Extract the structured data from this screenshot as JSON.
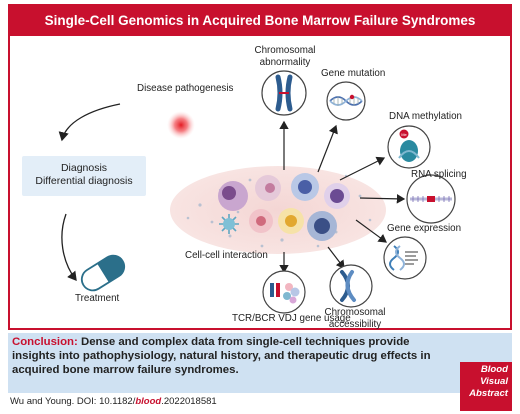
{
  "header": {
    "title": "Single-Cell Genomics in Acquired Bone Marrow Failure Syndromes"
  },
  "left": {
    "pathogenesis": "Disease pathogenesis",
    "diagnosis_line1": "Diagnosis",
    "diagnosis_line2": "Differential diagnosis",
    "treatment": "Treatment"
  },
  "outputs": {
    "chromosomal_abnormality_l1": "Chromosomal",
    "chromosomal_abnormality_l2": "abnormality",
    "gene_mutation": "Gene mutation",
    "dna_methylation": "DNA methylation",
    "rna_splicing": "RNA splicing",
    "gene_expression": "Gene expression",
    "chromosomal_accessibility_l1": "Chromosomal",
    "chromosomal_accessibility_l2": "accessibility",
    "tcr_bcr": "TCR/BCR VDJ gene usage",
    "cell_cell": "Cell-cell interaction"
  },
  "conclusion": {
    "keyword": "Conclusion:",
    "text": " Dense and complex data from single-cell techniques provide insights into pathophysiology, natural history, and therapeutic drug effects in acquired bone marrow failure syndromes."
  },
  "citation": {
    "authors": "Wu and Young. DOI: 10.1182/",
    "journal": "blood",
    "doi_suffix": ".2022018581"
  },
  "badge": {
    "line1": "Blood",
    "line2": "Visual",
    "line3": "Abstract"
  },
  "colors": {
    "brand_red": "#c8102e",
    "conclusion_bg": "#cfe1f2",
    "diagnosis_bg": "#e3eef8",
    "capsule_blue": "#2b6f8a"
  },
  "icons": [
    "pathogen-icon",
    "chromosome-icon",
    "dna-helix-icon",
    "methylation-icon",
    "rna-strand-icon",
    "gene-expression-icon",
    "accessibility-chromosome-icon",
    "receptor-cells-icon",
    "capsule-icon",
    "cell-cluster-icon"
  ]
}
